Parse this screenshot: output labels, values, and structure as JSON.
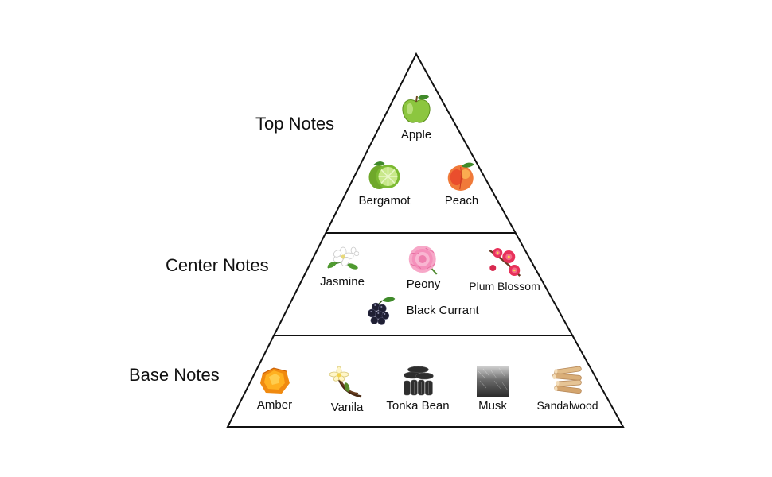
{
  "tiers": [
    {
      "id": "top",
      "label": "Top Notes",
      "notes": [
        {
          "id": "apple",
          "name": "Apple",
          "icon": "apple-icon"
        },
        {
          "id": "bergamot",
          "name": "Bergamot",
          "icon": "lime-icon"
        },
        {
          "id": "peach",
          "name": "Peach",
          "icon": "peach-icon"
        }
      ]
    },
    {
      "id": "center",
      "label": "Center Notes",
      "notes": [
        {
          "id": "jasmine",
          "name": "Jasmine",
          "icon": "jasmine-flower-icon"
        },
        {
          "id": "peony",
          "name": "Peony",
          "icon": "peony-flower-icon"
        },
        {
          "id": "plum-blossom",
          "name": "Plum Blossom",
          "icon": "plum-blossom-icon"
        },
        {
          "id": "black-currant",
          "name": "Black Currant",
          "icon": "black-currant-icon"
        }
      ]
    },
    {
      "id": "base",
      "label": "Base Notes",
      "notes": [
        {
          "id": "amber",
          "name": "Amber",
          "icon": "amber-icon"
        },
        {
          "id": "vanila",
          "name": "Vanila",
          "icon": "vanilla-icon"
        },
        {
          "id": "tonka-bean",
          "name": "Tonka Bean",
          "icon": "tonka-bean-icon"
        },
        {
          "id": "musk",
          "name": "Musk",
          "icon": "musk-icon"
        },
        {
          "id": "sandalwood",
          "name": "Sandalwood",
          "icon": "sandalwood-icon"
        }
      ]
    }
  ],
  "colors": {
    "outline": "#111111",
    "text": "#111111"
  }
}
